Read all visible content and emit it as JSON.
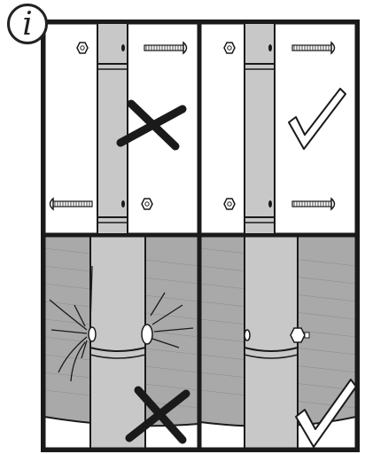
{
  "badge": {
    "symbol": "i",
    "icon": "info-icon"
  },
  "panels": [
    {
      "id": "top-left",
      "verdict": "wrong",
      "verdict_icon": "cross-icon"
    },
    {
      "id": "top-right",
      "verdict": "correct",
      "verdict_icon": "check-icon"
    },
    {
      "id": "bottom-left",
      "verdict": "wrong",
      "verdict_icon": "cross-icon"
    },
    {
      "id": "bottom-right",
      "verdict": "correct",
      "verdict_icon": "check-icon"
    }
  ],
  "colors": {
    "outline": "#1a1a1a",
    "pole_fill": "#c8c8c8",
    "fabric_fill": "#a9a9a9",
    "white": "#ffffff",
    "cross": "#1a1a1a"
  }
}
